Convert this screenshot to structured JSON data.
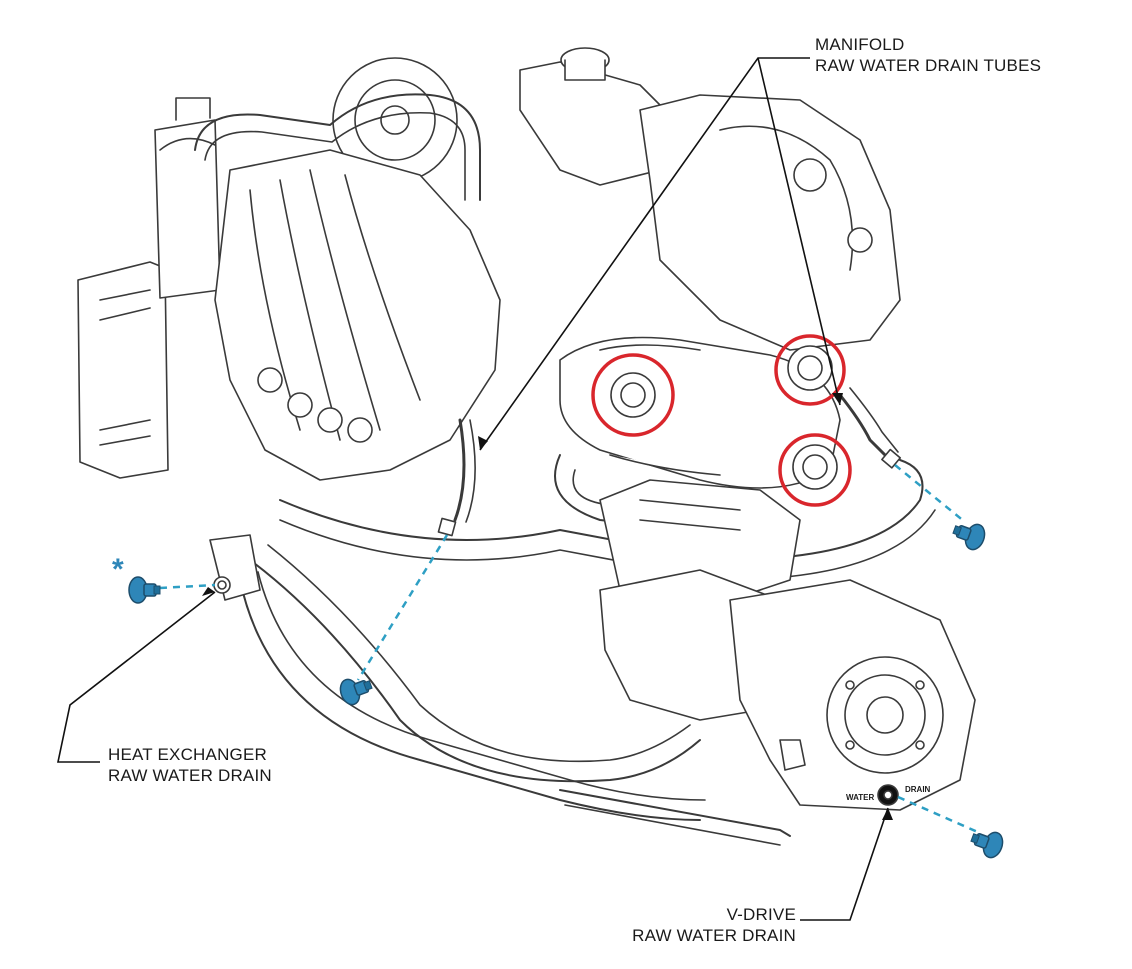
{
  "labels": {
    "manifold": {
      "line1": "MANIFOLD",
      "line2": "RAW WATER DRAIN TUBES"
    },
    "heat_exchanger": {
      "line1": "HEAT EXCHANGER",
      "line2": "RAW WATER DRAIN"
    },
    "vdrive": {
      "line1": "V-DRIVE",
      "line2": "RAW WATER DRAIN"
    },
    "asterisk": "*"
  },
  "engine_markings": {
    "water_drain_left": "WATER",
    "water_drain_right": "DRAIN"
  },
  "colors": {
    "highlight_circle": "#d9262c",
    "drain_plug": "#2e86b8",
    "leader_line": "#111111",
    "engine_line": "#3a3a3a",
    "dashed_line": "#2e9fc4"
  },
  "icons": [
    "drain-plug-icon",
    "highlight-circle"
  ]
}
